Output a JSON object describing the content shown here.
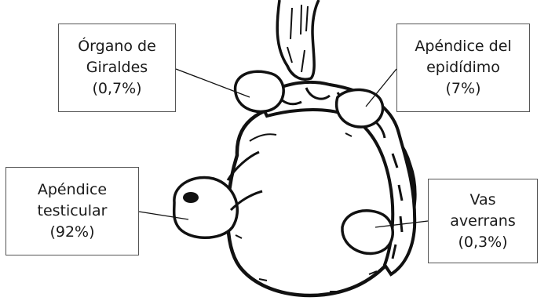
{
  "labels": {
    "giraldes": {
      "line1": "Órgano de",
      "line2": "Giraldes",
      "line3": "(0,7%)"
    },
    "epididimo": {
      "line1": "Apéndice del",
      "line2": "epidídimo",
      "line3": "(7%)"
    },
    "testicular": {
      "line1": "Apéndice",
      "line2": "testicular",
      "line3": "(92%)"
    },
    "vas": {
      "line1": "Vas",
      "line2": "averrans",
      "line3": "(0,3%)"
    }
  },
  "colors": {
    "ink": "#111111",
    "box_border": "#555555",
    "background": "#ffffff"
  }
}
